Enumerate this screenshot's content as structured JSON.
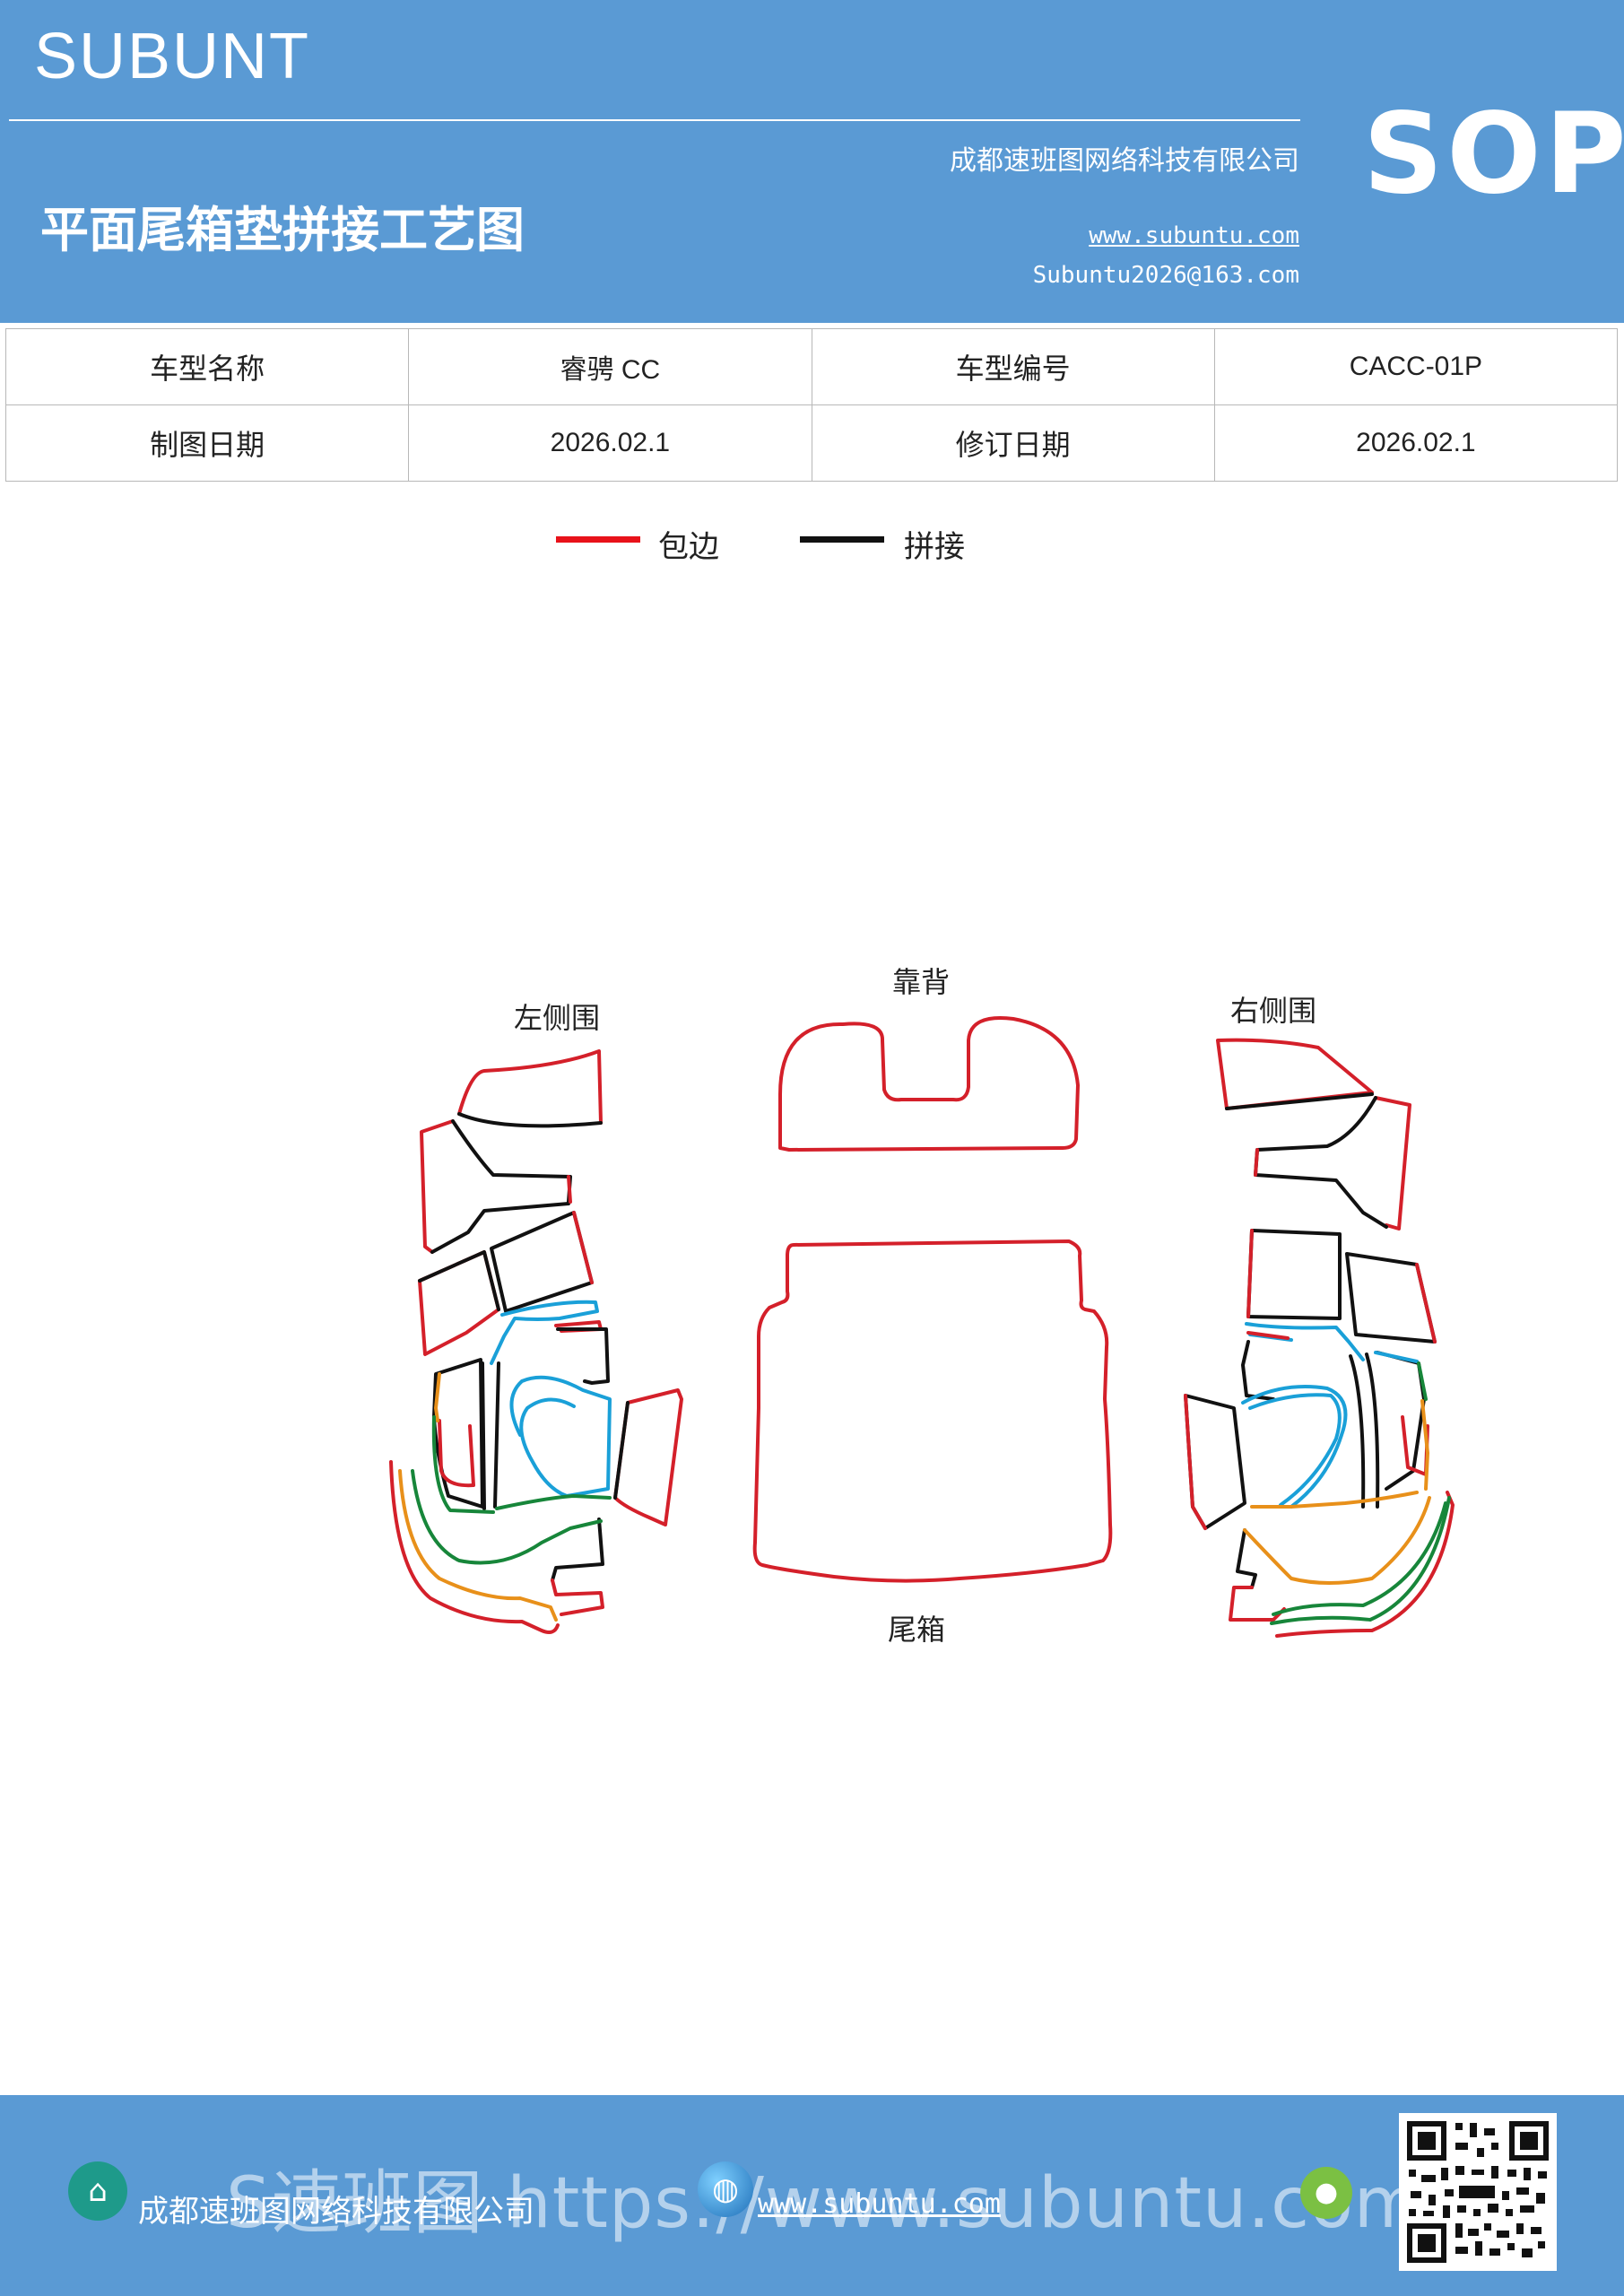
{
  "header": {
    "brand": "SUBUNT",
    "badge": "SOP",
    "title": "平面尾箱垫拼接工艺图",
    "company": "成都速班图网络科技有限公司",
    "website": "www.subuntu.com",
    "email": "Subuntu2026@163.com"
  },
  "info_table": {
    "rows": [
      [
        "车型名称",
        "睿骋 CC",
        "车型编号",
        "CACC-01P"
      ],
      [
        "制图日期",
        "2026.02.1",
        "修订日期",
        "2026.02.1"
      ]
    ]
  },
  "legend": [
    {
      "label": "包边",
      "color": "#e8121a"
    },
    {
      "label": "拼接",
      "color": "#111111"
    }
  ],
  "diagram_labels": {
    "left_side": "左侧围",
    "backrest": "靠背",
    "right_side": "右侧围",
    "trunk": "尾箱"
  },
  "footer": {
    "company": "成都速班图网络科技有限公司",
    "website": "www.subuntu.com",
    "watermark": "S速班图 https://www.subuntu.com"
  },
  "colors": {
    "header_bg": "#5a9ad4",
    "red": "#d4202a",
    "black": "#111111",
    "blue": "#1aa0d8",
    "green": "#17863a",
    "orange": "#e8901a"
  }
}
